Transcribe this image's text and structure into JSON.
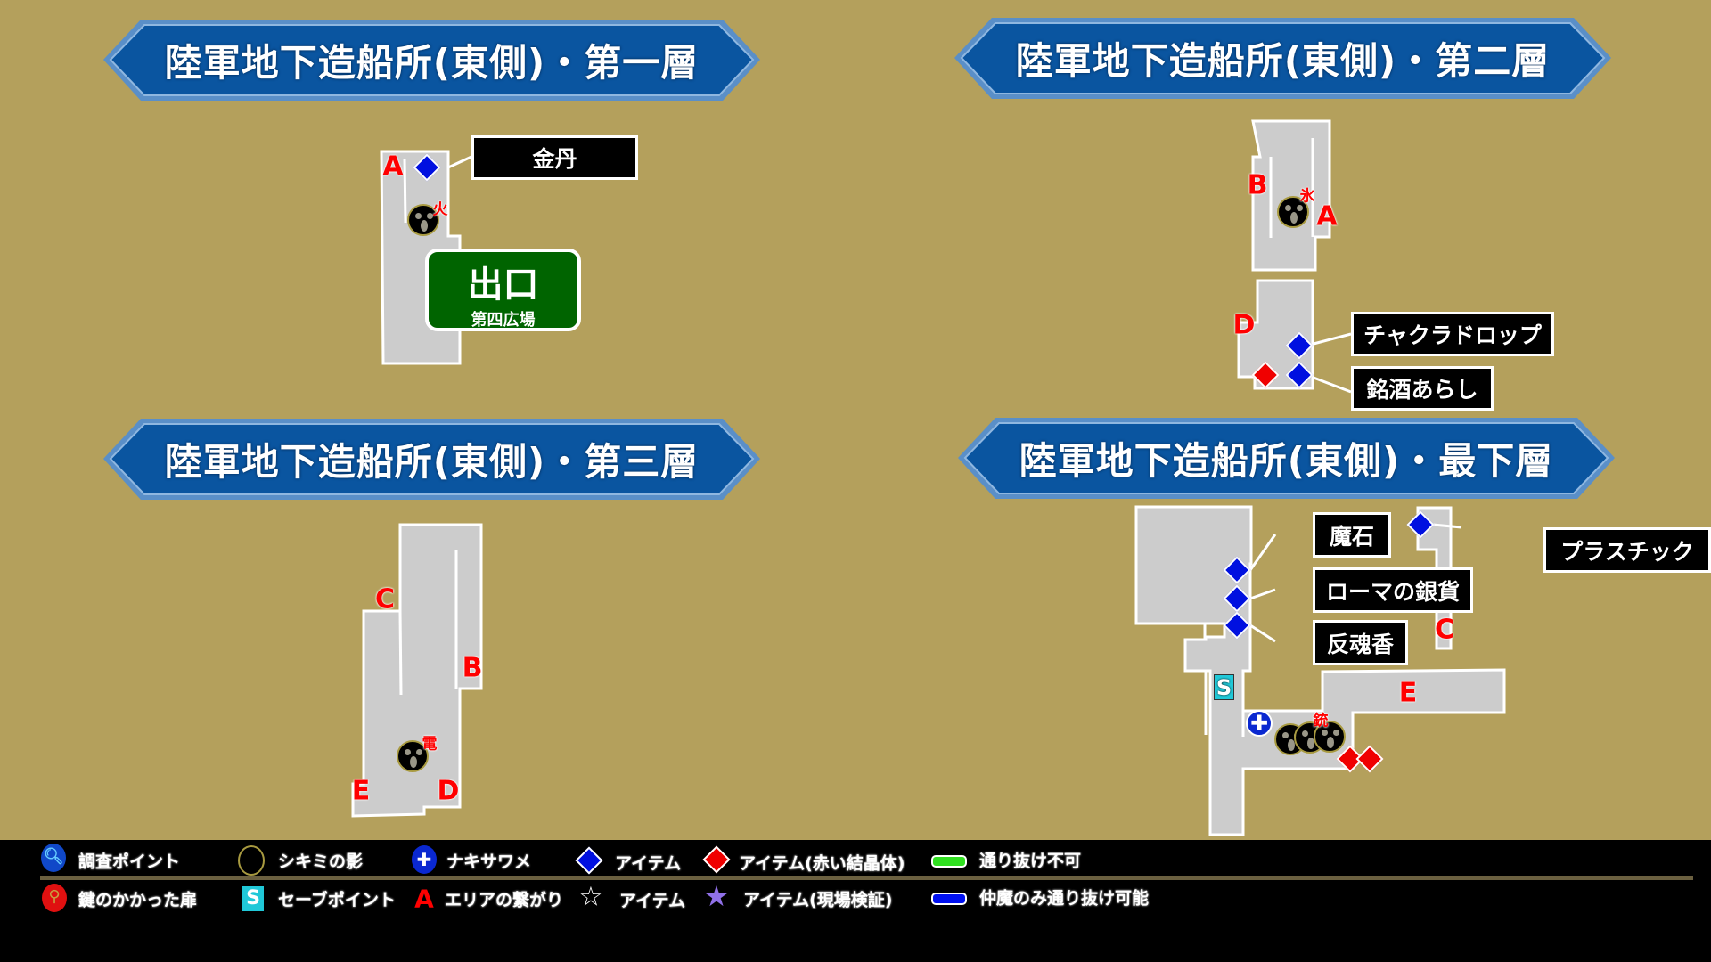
{
  "floors": [
    {
      "title": "陸軍地下造船所(東側)・第一層",
      "letters": [
        "A"
      ],
      "element": "火",
      "items": [
        "金丹"
      ],
      "exit": {
        "title": "出口",
        "subtitle": "第四広場"
      }
    },
    {
      "title": "陸軍地下造船所(東側)・第二層",
      "letters": [
        "B",
        "A",
        "D"
      ],
      "element": "氷",
      "items": [
        "チャクラドロップ",
        "銘酒あらし"
      ]
    },
    {
      "title": "陸軍地下造船所(東側)・第三層",
      "letters": [
        "C",
        "B",
        "E",
        "D"
      ],
      "element": "電"
    },
    {
      "title": "陸軍地下造船所(東側)・最下層",
      "letters": [
        "E",
        "C"
      ],
      "element": "銃",
      "save": "S",
      "items": [
        "魔石",
        "ローマの銀貨",
        "反魂香",
        "プラスチック"
      ]
    }
  ],
  "legend": [
    {
      "icon": "search-icon",
      "label": "調査ポイント"
    },
    {
      "icon": "shadow-icon",
      "label": "シキミの影"
    },
    {
      "icon": "nakisawame-icon",
      "label": "ナキサワメ"
    },
    {
      "icon": "blue-diamond-icon",
      "label": "アイテム"
    },
    {
      "icon": "red-diamond-icon",
      "label": "アイテム(赤い結晶体)"
    },
    {
      "icon": "green-bar-icon",
      "label": "通り抜け不可"
    },
    {
      "icon": "key-icon",
      "label": "鍵のかかった扉"
    },
    {
      "icon": "save-icon",
      "label": "セーブポイント",
      "glyph": "S"
    },
    {
      "icon": "area-letter-icon",
      "label": "エリアの繋がり",
      "glyph": "A"
    },
    {
      "icon": "star-icon",
      "label": "アイテム"
    },
    {
      "icon": "purple-star-icon",
      "label": "アイテム(現場検証)"
    },
    {
      "icon": "blue-bar-icon",
      "label": "仲魔のみ通り抜け可能"
    }
  ],
  "colors": {
    "background": "#b4a05c",
    "banner": "#0a5aa0",
    "room": "#cccccc",
    "exit": "#006400"
  }
}
